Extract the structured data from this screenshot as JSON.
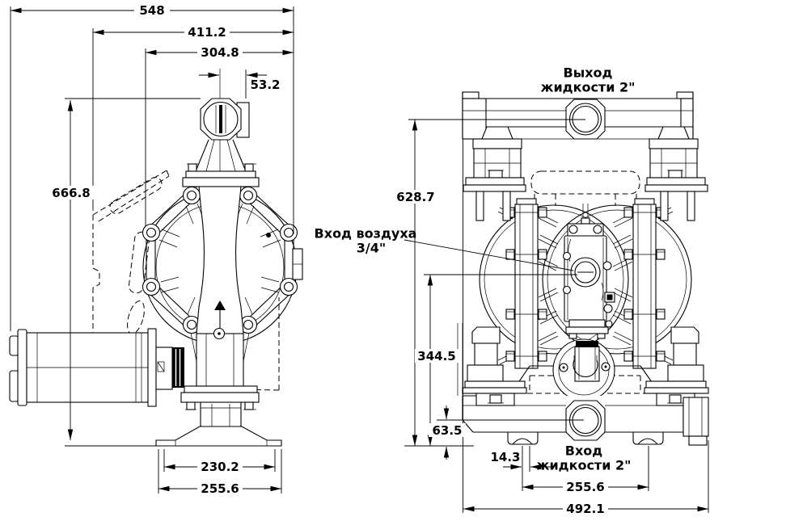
{
  "side_view": {
    "dims": {
      "overall_width": "548",
      "upper_width": "411.2",
      "chamber_width": "304.8",
      "port_offset": "53.2",
      "overall_height": "666.8",
      "base_slot_width": "230.2",
      "base_width": "255.6"
    }
  },
  "front_view": {
    "labels": {
      "outlet_line1": "Выход",
      "outlet_line2": "жидкости 2\"",
      "air_inlet_line1": "Вход воздуха",
      "air_inlet_line2": "3/4\"",
      "inlet_line1": "Вход",
      "inlet_line2": "жидкости 2\""
    },
    "dims": {
      "overall_height": "628.7",
      "air_inlet_height": "344.5",
      "inlet_port_height": "63.5",
      "foot_slot_offset": "14.3",
      "feet_spacing": "255.6",
      "overall_width": "492.1"
    }
  }
}
